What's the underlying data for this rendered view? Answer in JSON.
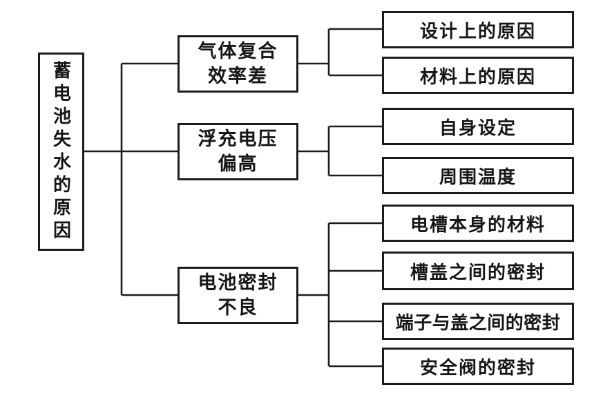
{
  "figure": {
    "root": "蓄电池失水的原因",
    "branches": [
      {
        "label": "气体复合\n效率差",
        "leaves": [
          "设计上的原因",
          "材料上的原因"
        ]
      },
      {
        "label": "浮充电压\n偏高",
        "leaves": [
          "自身设定",
          "周围温度"
        ]
      },
      {
        "label": "电池密封\n不良",
        "leaves": [
          "电槽本身的材料",
          "槽盖之间的密封",
          "端子与盖之间的密封",
          "安全阀的密封"
        ]
      }
    ],
    "line_color": "#1c1c1c",
    "background_color": "#ffffff"
  }
}
